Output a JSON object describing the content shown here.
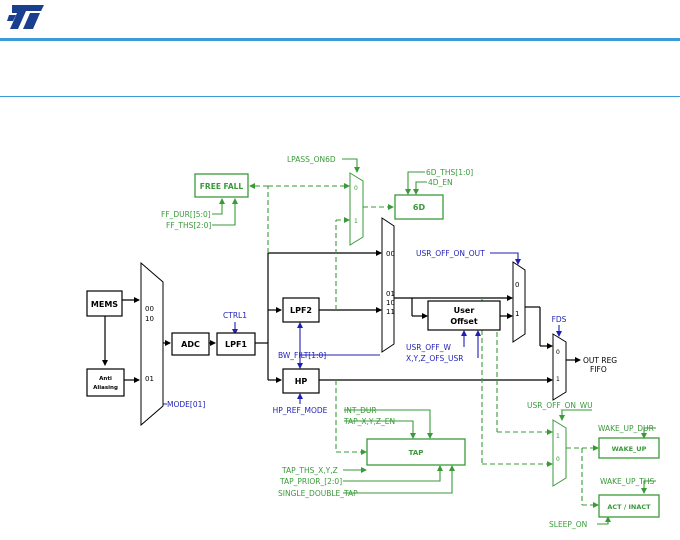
{
  "brand": {
    "logo_icon": "st-logo-icon",
    "accent": "#3b9ad8"
  },
  "colors": {
    "green": "#3a9a3a",
    "blue": "#1f1fb4",
    "black": "#000000"
  },
  "blocks": {
    "mems": "MEMS",
    "anti_aliasing": [
      "Anti",
      "Aliasing"
    ],
    "adc": "ADC",
    "lpf1": "LPF1",
    "lpf2": "LPF2",
    "hp": "HP",
    "user_offset": [
      "User",
      "Offset"
    ],
    "free_fall": "FREE FALL",
    "six_d": "6D",
    "tap": "TAP",
    "wake_up": "WAKE_UP",
    "act_inact": "ACT / INACT"
  },
  "mux_labels": {
    "mode_00": "00",
    "mode_10": "10",
    "mode_01": "01",
    "six_d_0": "0",
    "six_d_1": "1",
    "filt_00": "00",
    "filt_01": "01",
    "filt_10": "10",
    "filt_11": "11",
    "off_0": "0",
    "off_1": "1",
    "fds_0": "0",
    "fds_1": "1",
    "wu_1": "1",
    "wu_0": "0"
  },
  "signals": {
    "mode": "MODE[01]",
    "ctrl1": "CTRL1",
    "bw_filt": "BW_FILT[1:0]",
    "hp_ref_mode": "HP_REF_MODE",
    "lpass_on6d": "LPASS_ON6D",
    "ff_dur": "FF_DUR[]5:0]",
    "ff_ths": "FF_THS[2:0]",
    "six_d_ths": "6D_THS[1:0]",
    "four_d_en": "4D_EN",
    "usr_off_on_out": "USR_OFF_ON_OUT",
    "usr_off_w": "USR_OFF_W",
    "xyz_ofs_usr": "X,Y,Z_OFS_USR",
    "fds": "FDS",
    "out_reg": "OUT REG",
    "fifo": "FIFO",
    "usr_off_on_wu": "USR_OFF_ON_WU",
    "int_dur": "INT_DUR",
    "tap_xyz_en": "TAP_X,Y,Z_EN",
    "tap_ths": "TAP_THS_X,Y,Z",
    "tap_prior": "TAP_PRIOR_[2:0]",
    "single_double_tap": "SINGLE_DOUBLE_TAP",
    "wake_up_dur": "WAKE_UP_DUR",
    "wake_up_ths": "WAKE_UP_THS",
    "sleep_on": "SLEEP_ON"
  }
}
